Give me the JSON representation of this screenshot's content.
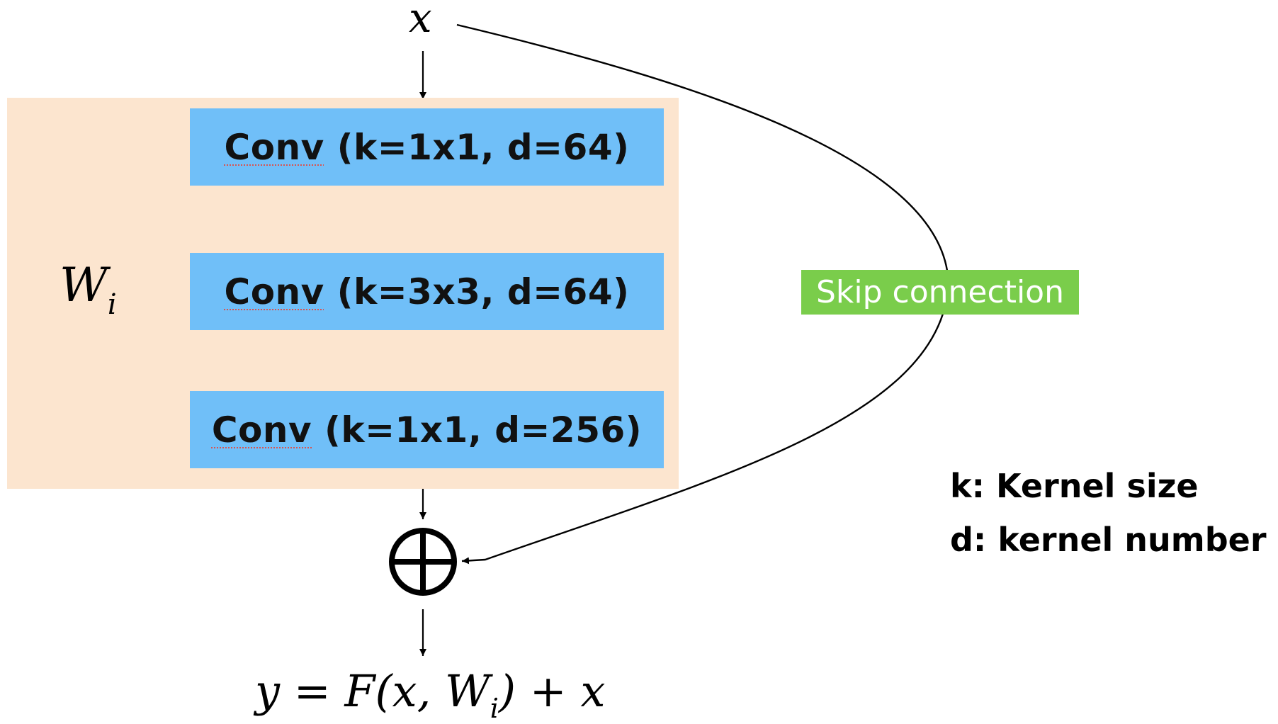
{
  "input": {
    "symbol": "x"
  },
  "weights": {
    "symbol": "W",
    "subscript": "i"
  },
  "blocks": [
    {
      "word": "Conv",
      "params": " (k=1x1, d=64)"
    },
    {
      "word": "Conv",
      "params": " (k=3x3, d=64)"
    },
    {
      "word": "Conv",
      "params": " (k=1x1, d=256)"
    }
  ],
  "skip": {
    "label": "Skip connection"
  },
  "sum": {
    "icon": "circled-plus-icon"
  },
  "output": {
    "lhs": "y",
    "eq": "=",
    "func": "F(x, W",
    "sub": "i",
    "rest": ") + x"
  },
  "legend": [
    {
      "text": "k: Kernel size"
    },
    {
      "text": "d: kernel number"
    }
  ],
  "colors": {
    "region": "#fce5cf",
    "block": "#70bff8",
    "skip": "#7acd4b"
  }
}
